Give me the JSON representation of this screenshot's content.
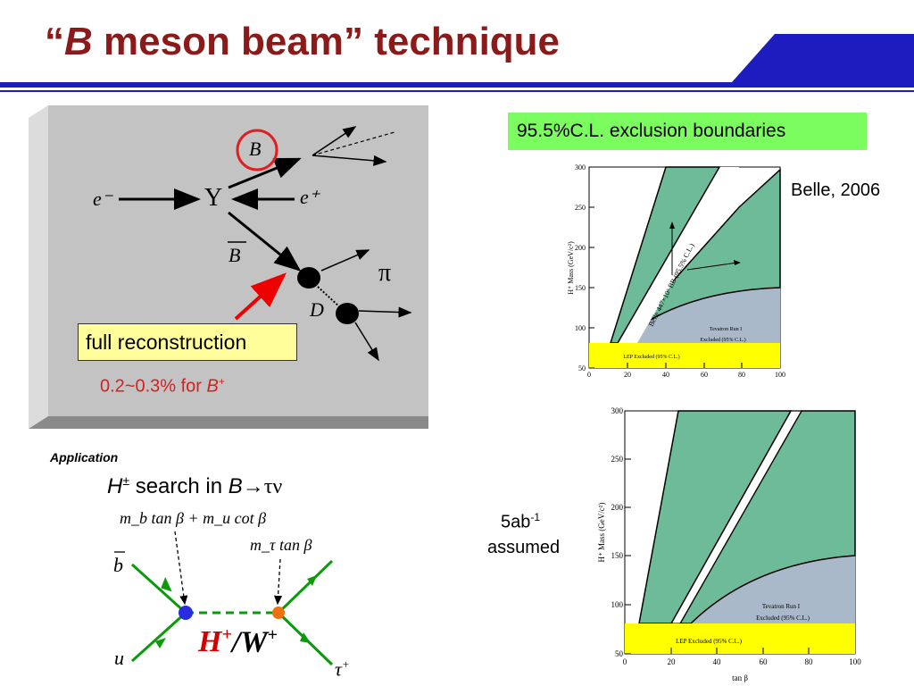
{
  "slide": {
    "title_open_quote": "“",
    "title_italic": "B",
    "title_rest": " meson beam” technique"
  },
  "decay_diagram": {
    "B": "B",
    "Bbar": "B",
    "upsilon": "Y",
    "e_minus": "e⁻",
    "e_plus": "e⁺",
    "pi": "π",
    "D": "D",
    "reconstruction_label": "full reconstruction",
    "efficiency_text": "0.2~0.3% for ",
    "efficiency_B": "B",
    "efficiency_sup": "+"
  },
  "plot_top": {
    "banner": "95.5%C.L. exclusion boundaries",
    "source": "Belle, 2006",
    "ylabel": "H⁺ Mass (GeV/c²)",
    "yticks": [
      "300",
      "250",
      "200",
      "150",
      "100",
      "50"
    ],
    "xticks": [
      "0",
      "20",
      "40",
      "60",
      "80",
      "100"
    ],
    "band_label": "Belle 447×10⁶ BB (95.5% C.L.)",
    "tevatron_label": "Tevatron Run I",
    "tevatron_sub": "Excluded (95% C.L.)",
    "lep_label": "LEP Excluded (95% C.L.)"
  },
  "plot_bottom": {
    "note_value": "5ab",
    "note_sup": "-1",
    "note_word": "assumed",
    "ylabel": "H⁺ Mass (GeV/c²)",
    "yticks": [
      "300",
      "250",
      "200",
      "150",
      "100",
      "50"
    ],
    "xticks": [
      "0",
      "20",
      "40",
      "60",
      "80",
      "100"
    ],
    "xlabel": "tan β",
    "tevatron_label": "Tevatron Run I",
    "tevatron_sub": "Excluded (95% C.L.)",
    "lep_label": "LEP Excluded (95% C.L.)"
  },
  "application": {
    "label": "Application",
    "search_H": "H",
    "search_pm": "±",
    "search_mid": " search in ",
    "search_B": "B",
    "search_arrow": "→",
    "search_taunu": "τν",
    "coupling_left": "m_b tan β + m_u cot β",
    "coupling_right": "m_τ tan β",
    "bbar": "b",
    "u": "u",
    "tau": "τ",
    "tau_sup": "+",
    "hw_H": "H",
    "hw_H_sup": "+",
    "hw_slash": "/",
    "hw_W": "W",
    "hw_W_sup": "+"
  },
  "colors": {
    "title": "#8b1a1a",
    "rule": "#1d1dbf",
    "panel": "#c3c3c3",
    "excluded_green": "#6dbb98",
    "tevatron_gray": "#a9b9c9",
    "lep_yellow": "#ffff00",
    "banner_green": "#7bfc5f",
    "propagator_green": "#0a9a0a"
  }
}
